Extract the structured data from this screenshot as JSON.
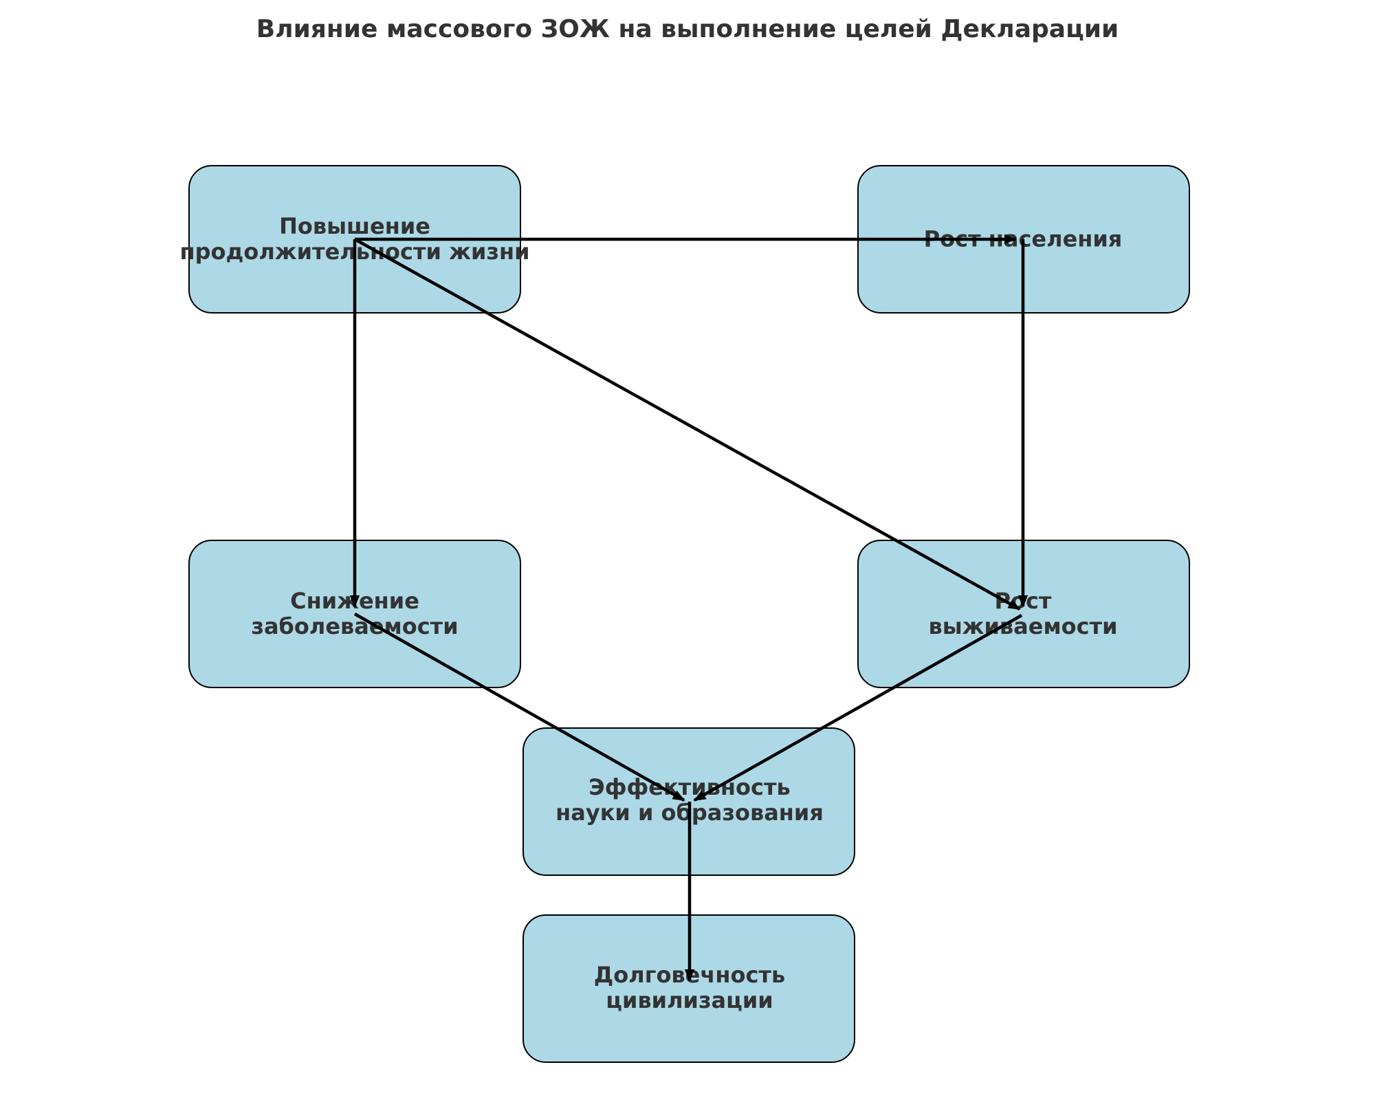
{
  "title": "Влияние массового ЗОЖ на выполнение целей Декларации",
  "nodes": {
    "lifespan": "Повышение\nпродолжительности жизни",
    "population": "Рост населения",
    "morbidity": "Снижение\nзаболеваемости",
    "survival": "Рост\nвыживаемости",
    "science": "Эффективность\nнауки и образования",
    "longevity": "Долговечность\nцивилизации"
  },
  "edges": [
    {
      "from": "lifespan",
      "to": "population"
    },
    {
      "from": "lifespan",
      "to": "morbidity"
    },
    {
      "from": "lifespan",
      "to": "survival"
    },
    {
      "from": "population",
      "to": "survival"
    },
    {
      "from": "morbidity",
      "to": "science"
    },
    {
      "from": "survival",
      "to": "science"
    },
    {
      "from": "science",
      "to": "longevity"
    }
  ],
  "colors": {
    "node_fill": "#add8e6",
    "edge": "#000000",
    "text": "#333333"
  }
}
